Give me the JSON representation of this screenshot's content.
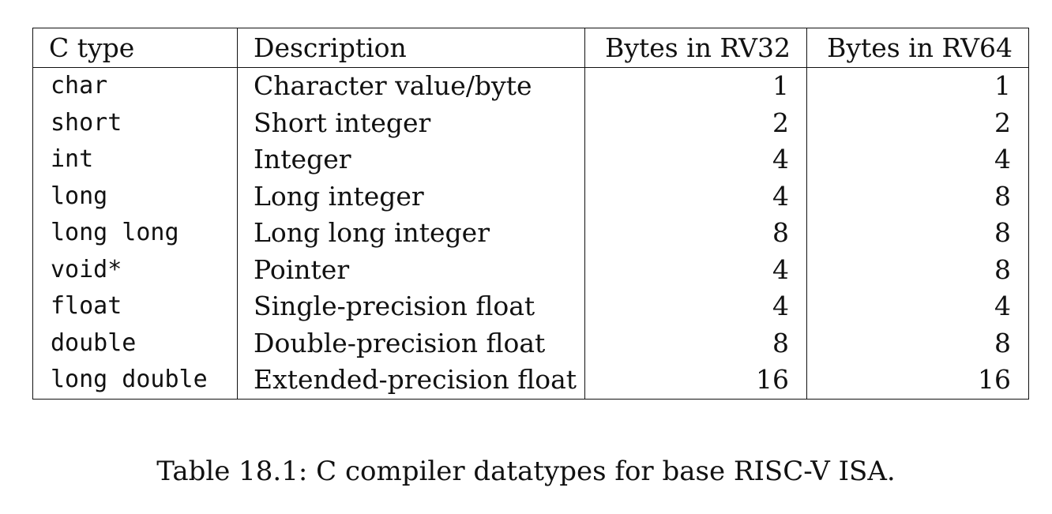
{
  "table": {
    "headers": [
      "C type",
      "Description",
      "Bytes in RV32",
      "Bytes in RV64"
    ],
    "rows": [
      {
        "ctype": "char",
        "description": "Character value/byte",
        "rv32": "1",
        "rv64": "1"
      },
      {
        "ctype": "short",
        "description": "Short integer",
        "rv32": "2",
        "rv64": "2"
      },
      {
        "ctype": "int",
        "description": "Integer",
        "rv32": "4",
        "rv64": "4"
      },
      {
        "ctype": "long",
        "description": "Long integer",
        "rv32": "4",
        "rv64": "8"
      },
      {
        "ctype": "long long",
        "description": "Long long integer",
        "rv32": "8",
        "rv64": "8"
      },
      {
        "ctype": "void*",
        "description": "Pointer",
        "rv32": "4",
        "rv64": "8"
      },
      {
        "ctype": "float",
        "description": "Single-precision float",
        "rv32": "4",
        "rv64": "4"
      },
      {
        "ctype": "double",
        "description": "Double-precision float",
        "rv32": "8",
        "rv64": "8"
      },
      {
        "ctype": "long double",
        "description": "Extended-precision float",
        "rv32": "16",
        "rv64": "16"
      }
    ]
  },
  "caption": "Table 18.1: C compiler datatypes for base RISC-V ISA."
}
